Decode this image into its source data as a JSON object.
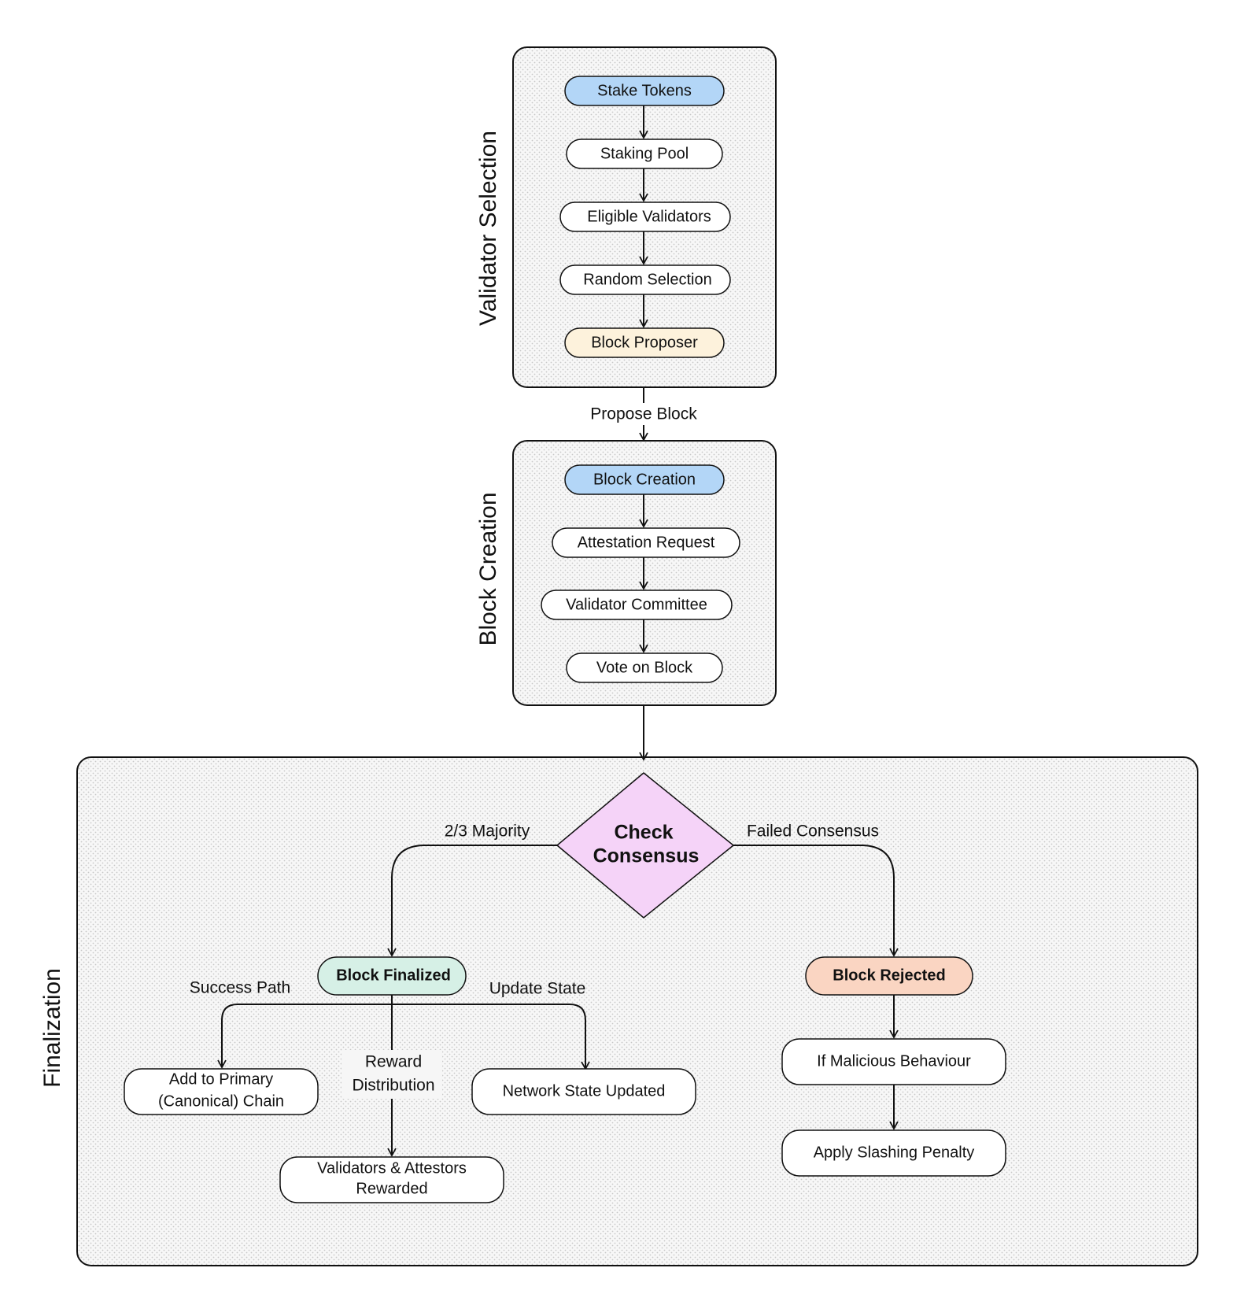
{
  "groups": {
    "validator_selection": "Validator Selection",
    "block_creation": "Block Creation",
    "finalization": "Finalization"
  },
  "nodes": {
    "stake_tokens": "Stake Tokens",
    "staking_pool": "Staking Pool",
    "eligible_validators": "Eligible Validators",
    "random_selection": "Random Selection",
    "block_proposer": "Block Proposer",
    "block_creation": "Block Creation",
    "attestation_request": "Attestation Request",
    "validator_committee": "Validator Committee",
    "vote_on_block": "Vote on Block",
    "check_consensus_line1": "Check",
    "check_consensus_line2": "Consensus",
    "block_finalized": "Block Finalized",
    "block_rejected": "Block Rejected",
    "add_to_chain_line1": "Add to Primary",
    "add_to_chain_line2": "(Canonical) Chain",
    "network_state_updated": "Network State Updated",
    "validators_rewarded_line1": "Validators & Attestors",
    "validators_rewarded_line2": "Rewarded",
    "malicious_behaviour": "If Malicious Behaviour",
    "slashing_penalty": "Apply Slashing Penalty"
  },
  "edges": {
    "propose_block": "Propose Block",
    "majority": "2/3 Majority",
    "failed_consensus": "Failed Consensus",
    "success_path": "Success Path",
    "update_state": "Update State",
    "reward_line1": "Reward",
    "reward_line2": "Distribution"
  },
  "colors": {
    "start_fill": "#b3d6f7",
    "proposer_fill": "#fdf2dc",
    "decision_fill": "#f5d3f8",
    "finalized_fill": "#d6f0e6",
    "rejected_fill": "#fad5c2",
    "node_fill": "#ffffff",
    "group_fill": "#f6f6f6",
    "line": "#111111"
  }
}
